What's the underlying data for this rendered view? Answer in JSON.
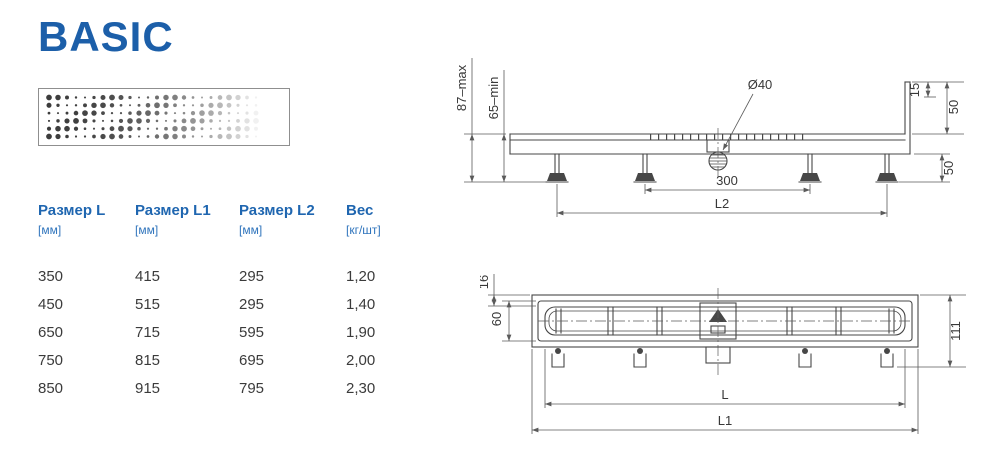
{
  "title": "BASIC",
  "colors": {
    "title_blue": "#1c5fa9",
    "table_header_blue": "#1f66b0",
    "drawing_line": "#474747"
  },
  "table": {
    "headers": [
      {
        "label": "Размер L",
        "unit": "[мм]"
      },
      {
        "label": "Размер L1",
        "unit": "[мм]"
      },
      {
        "label": "Размер L2",
        "unit": "[мм]"
      },
      {
        "label": "Вес",
        "unit": "[кг/шт]"
      }
    ],
    "rows": [
      [
        "350",
        "415",
        "295",
        "1,20"
      ],
      [
        "450",
        "515",
        "295",
        "1,40"
      ],
      [
        "650",
        "715",
        "595",
        "1,90"
      ],
      [
        "750",
        "815",
        "695",
        "2,00"
      ],
      [
        "850",
        "915",
        "795",
        "2,30"
      ]
    ]
  },
  "side_view": {
    "labels": {
      "height_max": "87–max",
      "height_min": "65–min",
      "drain_diameter": "Ø40",
      "edge_offset": "15",
      "wall_flange_height": "50",
      "leg_height": "50",
      "outlet_spacing": "300",
      "length_l2": "L2"
    }
  },
  "top_view": {
    "labels": {
      "edge_width": "16",
      "channel_width": "60",
      "total_width": "111",
      "length_l": "L",
      "length_l1": "L1"
    }
  }
}
